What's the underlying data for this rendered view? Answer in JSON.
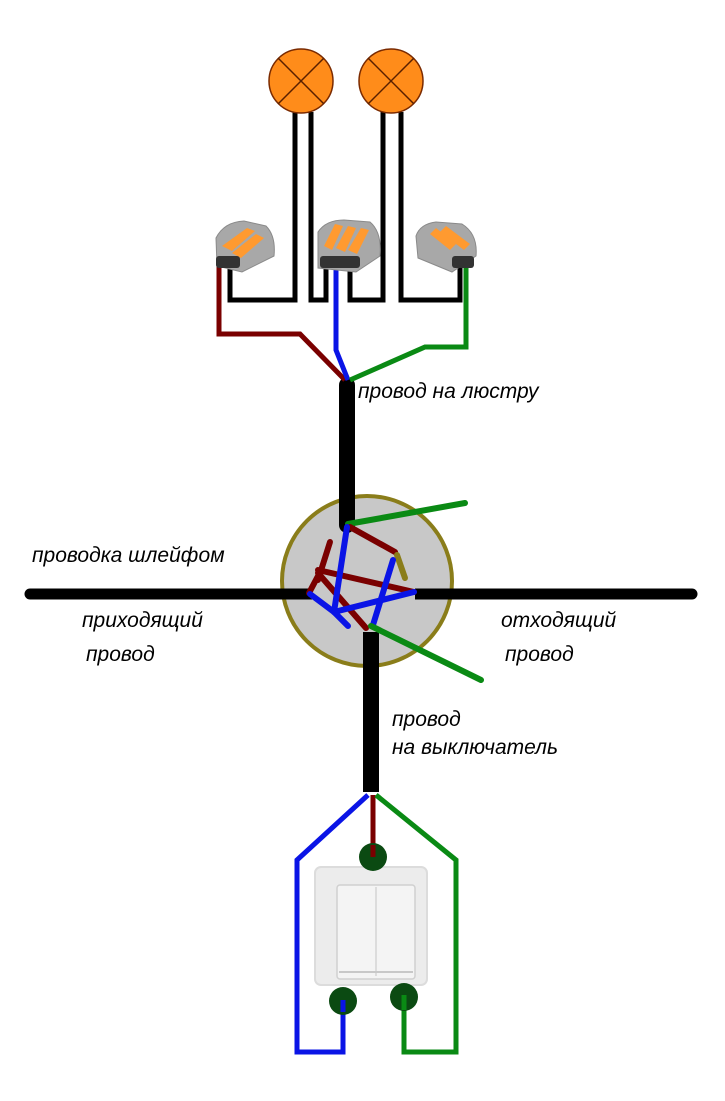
{
  "colors": {
    "phase": "#7a0000",
    "neutral": "#0a14e6",
    "switched": "#0a8a14",
    "cable": "#000000",
    "lamp_fill": "#ff8c1a",
    "box_fill": "#c8c8c8",
    "box_rim": "#8a7d1a",
    "switch_terminal": "#0b4a12"
  },
  "labels": {
    "chandelier_wire": "провод на люстру",
    "loop_wiring": "проводка шлейфом",
    "incoming_1": "приходящий",
    "incoming_2": "провод",
    "outgoing_1": "отходящий",
    "outgoing_2": "провод",
    "switch_wire_1": "провод",
    "switch_wire_2": "на выключатель"
  },
  "components": {
    "lamps": [
      "lamp-1",
      "lamp-2"
    ],
    "connectors": [
      "connector-left-2-slot",
      "connector-middle-3-slot",
      "connector-right-2-slot"
    ],
    "junction_box": "junction-box",
    "switch": "double-switch"
  }
}
